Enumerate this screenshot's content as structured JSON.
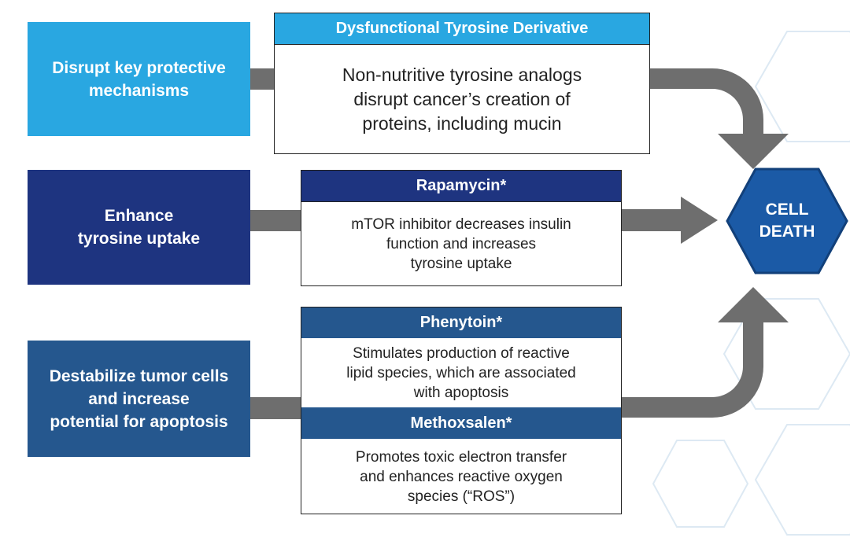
{
  "colors": {
    "light_blue": "#29a7e1",
    "navy": "#1e3480",
    "steel_blue": "#25578e",
    "arrow_gray": "#6e6e6e",
    "hexagon_fill": "#1b5aa6",
    "text_dark": "#222222"
  },
  "rows": [
    {
      "strategy": "Disrupt key protective\nmechanisms",
      "header": "Dysfunctional Tyrosine Derivative",
      "description": "Non-nutritive tyrosine analogs\ndisrupt cancer’s creation of\nproteins, including mucin"
    },
    {
      "strategy": "Enhance\ntyrosine uptake",
      "header": "Rapamycin*",
      "description": "mTOR inhibitor decreases insulin\nfunction and increases\ntyrosine uptake"
    },
    {
      "strategy": "Destabilize tumor cells\nand increase\npotential for apoptosis",
      "drugs": [
        {
          "header": "Phenytoin*",
          "description": "Stimulates production of reactive\nlipid species, which are associated\nwith apoptosis"
        },
        {
          "header": "Methoxsalen*",
          "description": "Promotes toxic electron transfer\nand enhances reactive oxygen\nspecies (“ROS”)"
        }
      ]
    }
  ],
  "outcome": "CELL\nDEATH"
}
